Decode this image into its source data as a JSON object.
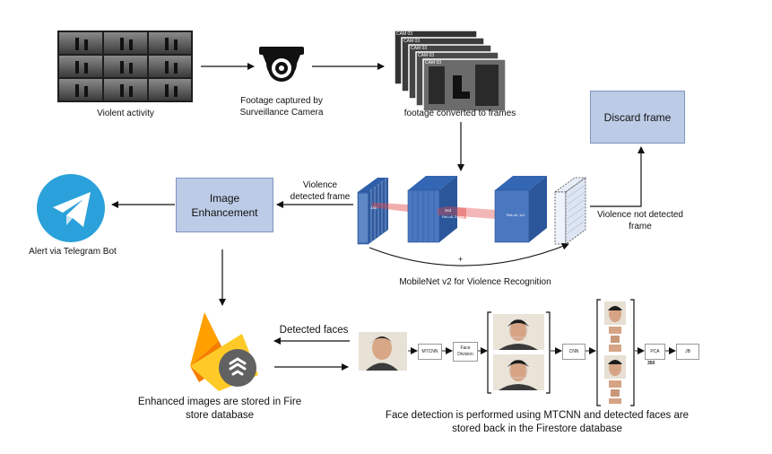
{
  "nodes": {
    "violent_activity": "Violent activity",
    "camera": "Footage captured by Surveillance Camera",
    "frames": "footage converted to frames",
    "frame_tags": [
      "CAM 03",
      "CAM 03",
      "CAM 03",
      "CAM 03",
      "CAM 03"
    ],
    "discard": "Discard frame",
    "violence_detected": "Violence detected frame",
    "violence_not_detected": "Violence not detected frame",
    "image_enhancement": "Image Enhancement",
    "telegram": "Alert via Telegram Bot",
    "mobilenet": "MobileNet v2 for Violence Recognition",
    "mobilenet_layers": {
      "conv1": "1x1",
      "conv2": "3x3",
      "relu_dwise": "ReLu6, Dwise",
      "relu_1x1": "ReLu6, 1x1",
      "plus": "+"
    },
    "firestore": "Enhanced images are stored in Fire store database",
    "detected_faces": "Detected faces",
    "face_detection": "Face detection is performed using MTCNN and detected faces are stored back in the Firestore database",
    "pipeline": {
      "mtcnn": "MTCNN",
      "face_division": "Face Division",
      "cnn": "CNN",
      "pca": "PCA",
      "pca_value": "350",
      "jb": "JB"
    }
  },
  "colors": {
    "box_fill": "#bccbe6",
    "box_border": "#7f95bf",
    "telegram": "#2aa1da",
    "firebase_yellow": "#ffca28",
    "firebase_orange": "#f57c00",
    "mobilenet_blue": "#3f6fb5"
  },
  "icons": [
    "camera-icon",
    "telegram-icon",
    "firebase-icon"
  ]
}
